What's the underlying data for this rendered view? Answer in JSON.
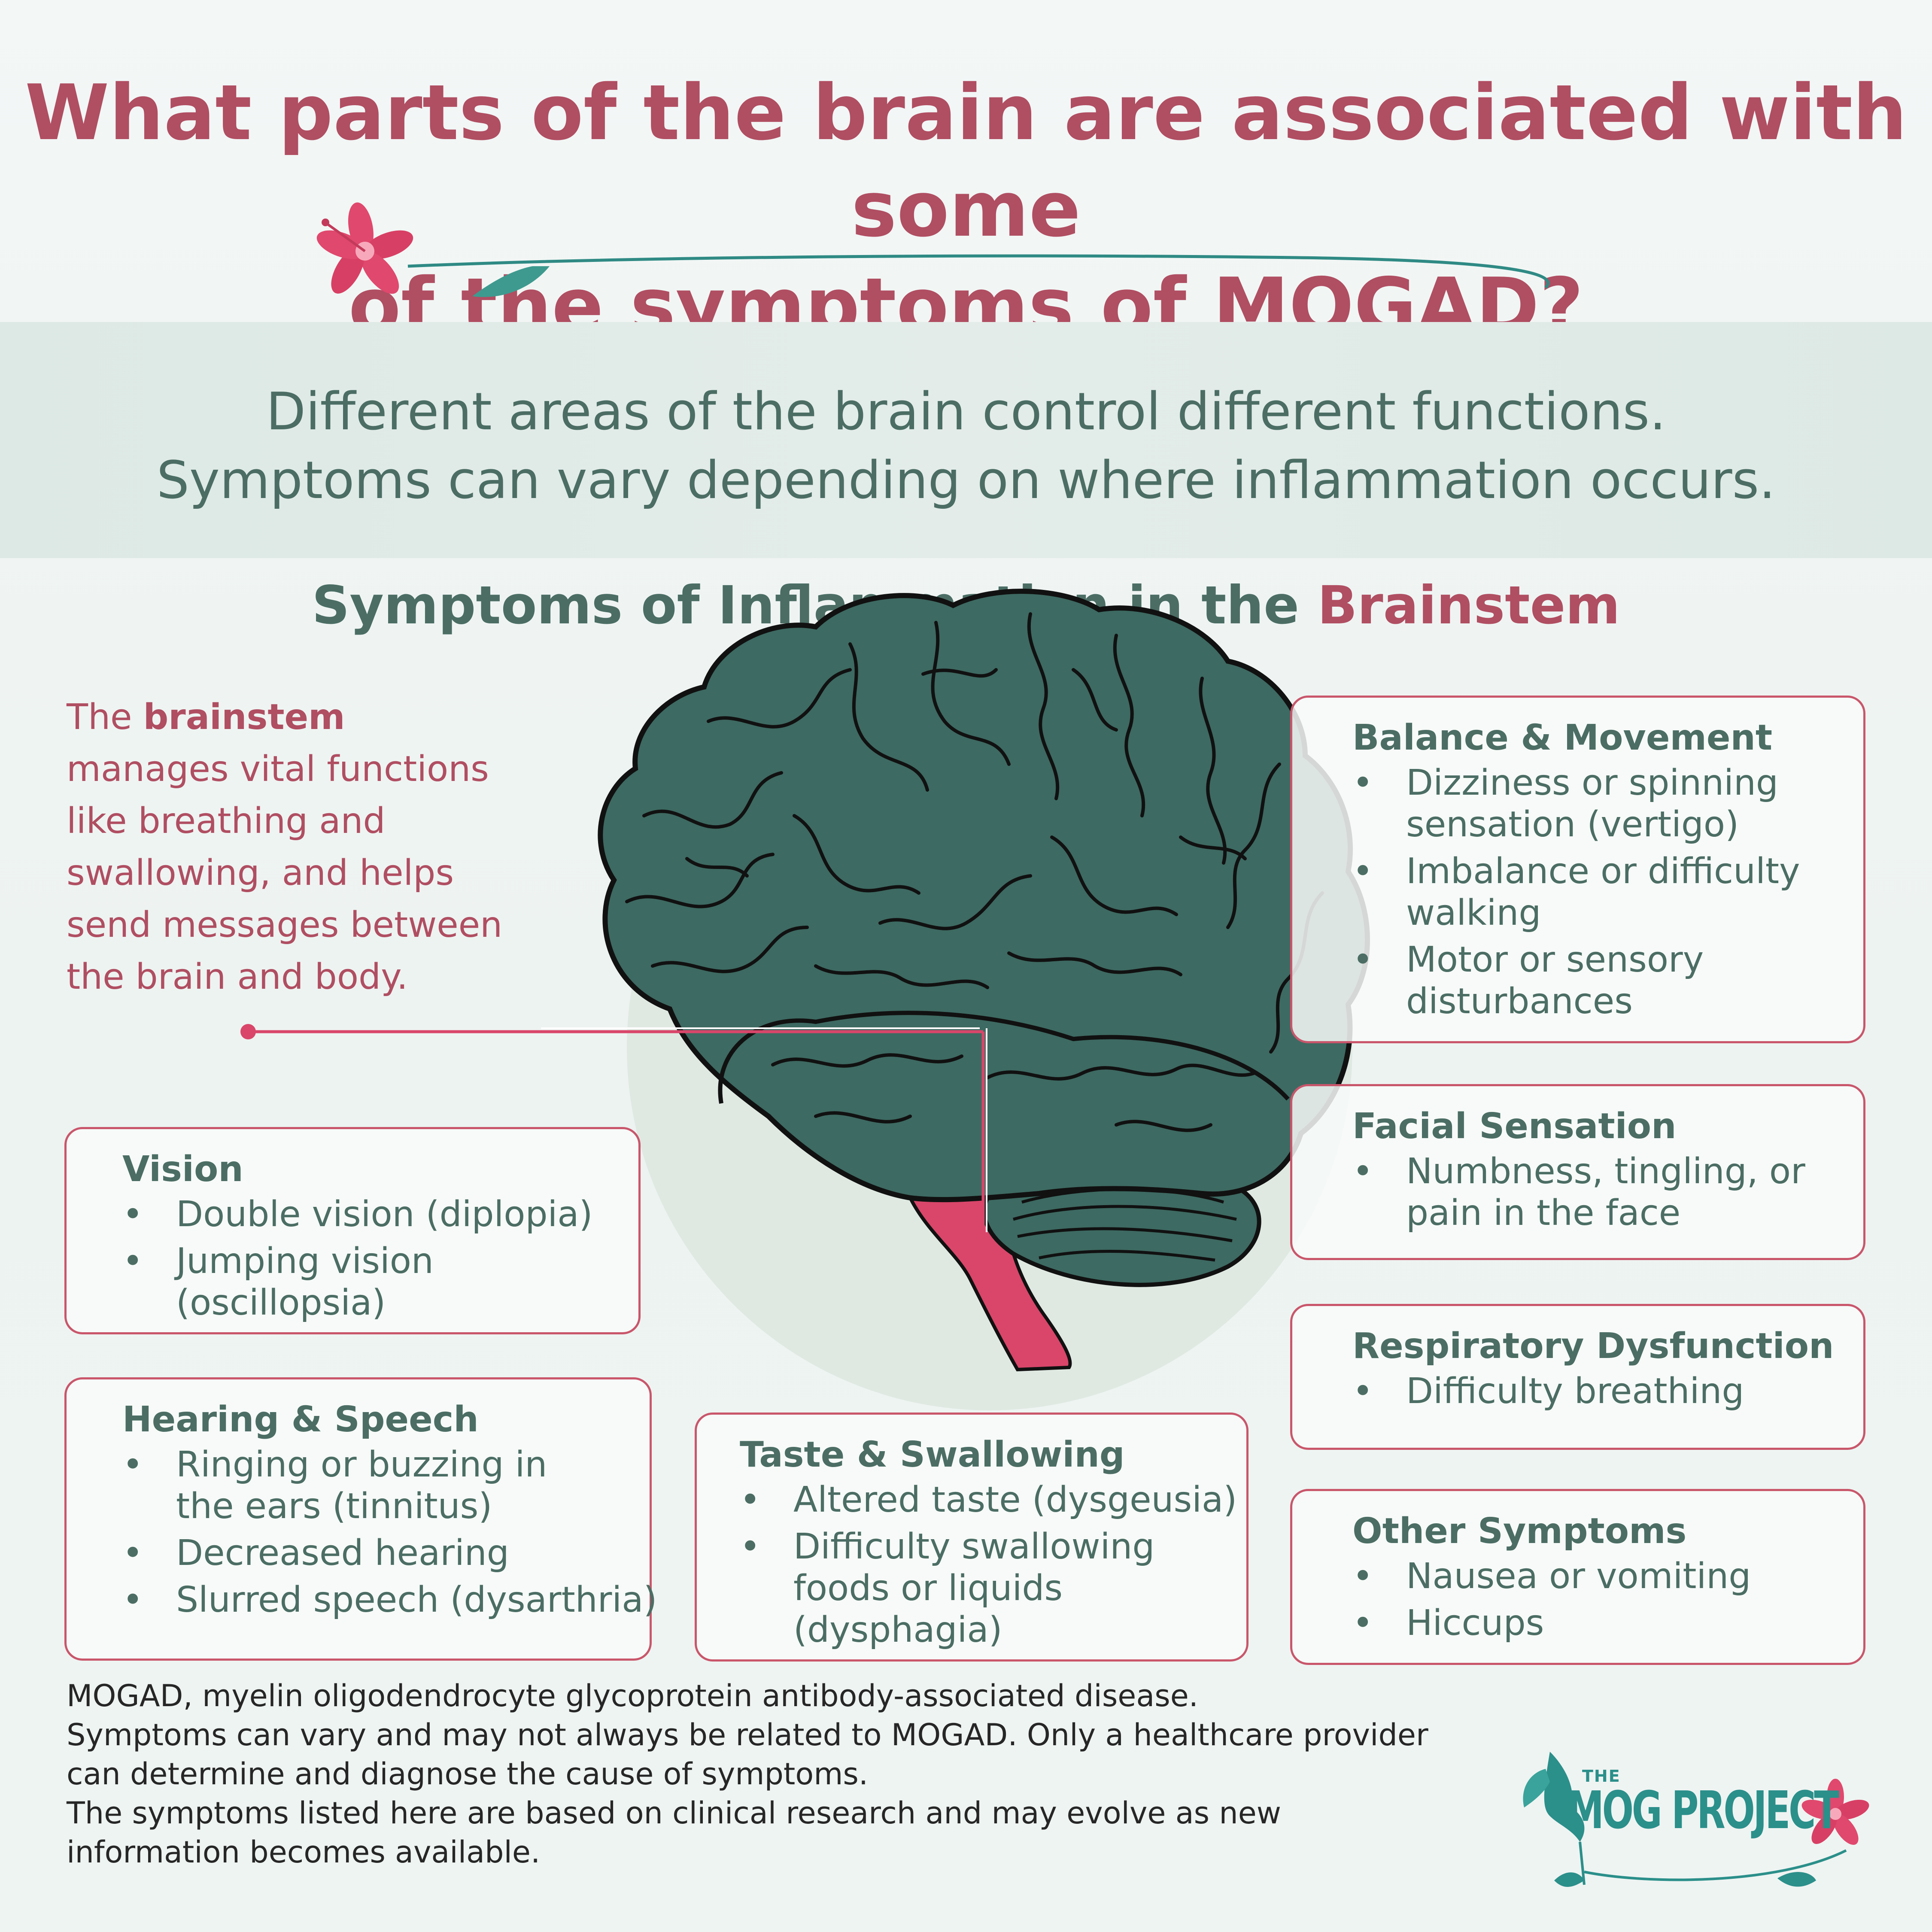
{
  "title": {
    "line1": "What parts of the brain are associated with some",
    "line2": "of the symptoms of MOGAD?"
  },
  "subtitle": {
    "line1": "Different areas of the brain control different functions.",
    "line2": "Symptoms can vary depending on where inflammation occurs."
  },
  "section_heading": {
    "prefix": "Symptoms of Inflammation in the ",
    "accent": "Brainstem"
  },
  "intro": {
    "lead": "The ",
    "bold": "brainstem",
    "rest": "manages vital functions like breathing and swallowing, and helps send messages between the brain and body."
  },
  "boxes": {
    "balance": {
      "heading": "Balance & Movement",
      "items": [
        "Dizziness or spinning sensation (vertigo)",
        "Imbalance or difficulty walking",
        "Motor or sensory disturbances"
      ]
    },
    "facial": {
      "heading": "Facial Sensation",
      "items": [
        "Numbness, tingling, or pain in the face"
      ]
    },
    "respiratory": {
      "heading": "Respiratory Dysfunction",
      "items": [
        "Difficulty breathing"
      ]
    },
    "other": {
      "heading": "Other Symptoms",
      "items": [
        "Nausea or vomiting",
        "Hiccups"
      ]
    },
    "vision": {
      "heading": "Vision",
      "items": [
        "Double vision (diplopia)",
        "Jumping vision (oscillopsia)"
      ]
    },
    "hearing": {
      "heading": "Hearing & Speech",
      "items": [
        "Ringing or buzzing in the ears (tinnitus)",
        "Decreased hearing",
        "Slurred speech (dysarthria)"
      ]
    },
    "taste": {
      "heading": "Taste & Swallowing",
      "items": [
        "Altered taste (dysgeusia)",
        "Difficulty swallowing foods or liquids (dysphagia)"
      ]
    }
  },
  "footnote": {
    "line1": "MOGAD, myelin oligodendrocyte glycoprotein antibody-associated disease.",
    "line2": "Symptoms can vary and may not always be related to MOGAD. Only a healthcare provider",
    "line3": "can determine and diagnose the cause of symptoms.",
    "line4": "The symptoms listed here are based on clinical research and may evolve as new",
    "line5": "information becomes available."
  },
  "logo": {
    "small": "THE",
    "main": "MOG PROJECT"
  },
  "colors": {
    "accent": "#b04e62",
    "teal": "#4b6d64",
    "brain": "#3d6a62",
    "brainstem": "#d9466a",
    "box_border": "#c9566b"
  },
  "icons": [
    "lily-flower-icon",
    "brain-illustration",
    "hummingbird-icon"
  ]
}
